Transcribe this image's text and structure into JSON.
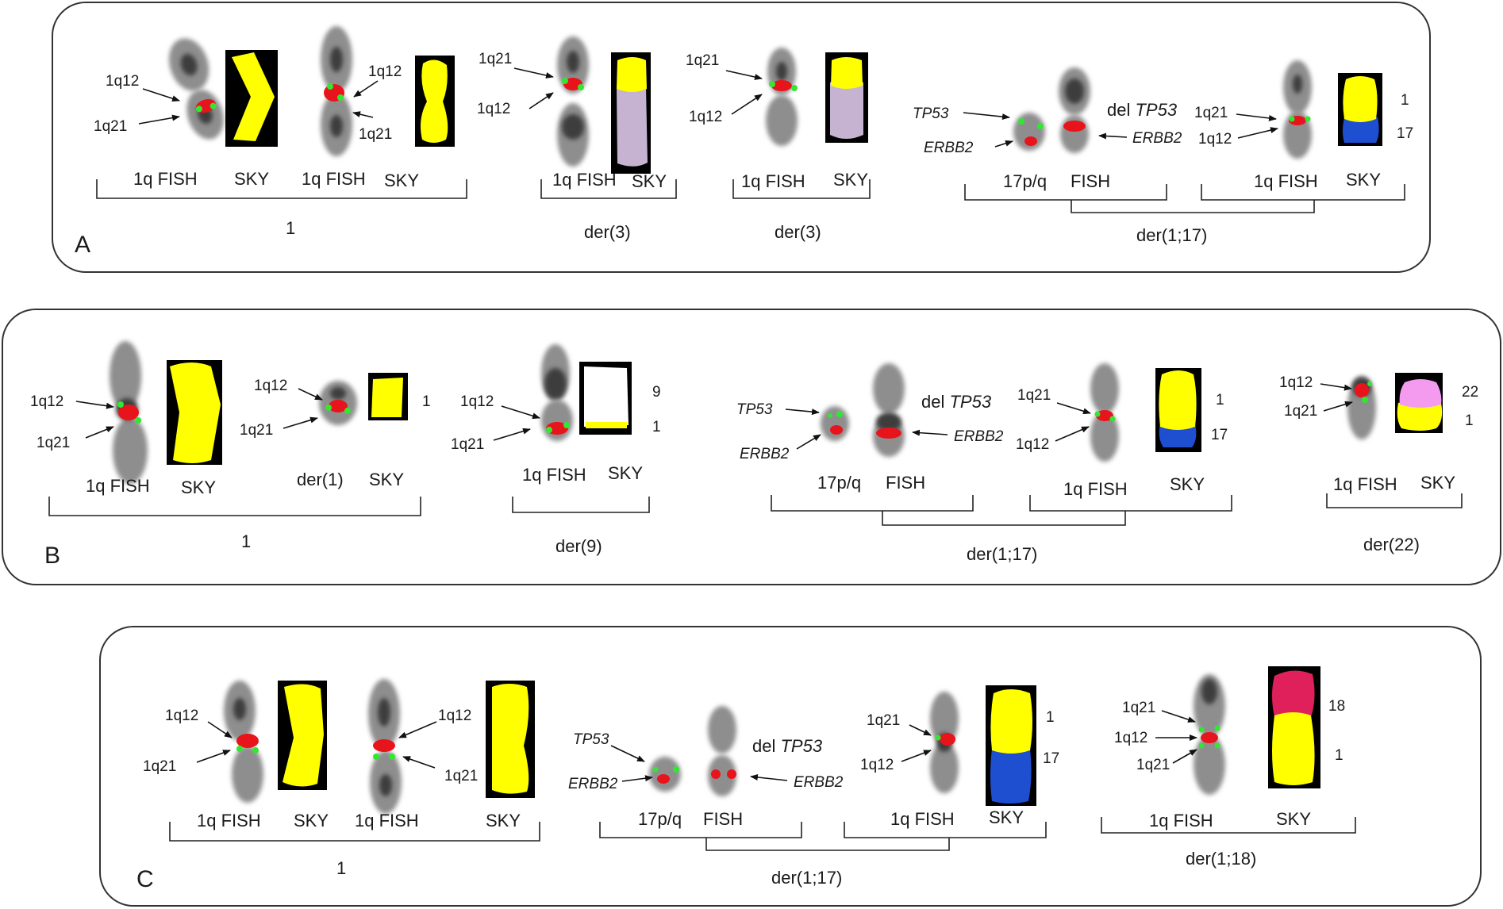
{
  "colors": {
    "sky_chr1": "#ffff00",
    "sky_chr17": "#1f4fd1",
    "sky_chr3": "#c5b3d1",
    "sky_chr9": "#ffffff",
    "sky_chr22": "#f49bf0",
    "sky_chr18": "#e0205a",
    "fish_red": "#e8141c",
    "fish_green": "#32e632",
    "sky_background": "#000000"
  },
  "panels": {
    "A": {
      "label": "A",
      "groups": [
        {
          "name": "1",
          "subs": [
            "1q FISH",
            "SKY",
            "1q FISH",
            "SKY"
          ]
        },
        {
          "name": "der(3)",
          "subs": [
            "1q FISH",
            "SKY"
          ]
        },
        {
          "name": "der(3)",
          "subs": [
            "1q FISH",
            "SKY"
          ]
        },
        {
          "name": "der(1;17)",
          "subs": [
            "17p/q",
            "FISH",
            "1q FISH",
            "SKY"
          ]
        }
      ],
      "probe_labels": {
        "g1c1_top": "1q12",
        "g1c1_bot": "1q21",
        "g1c2_top": "1q12",
        "g1c2_bot": "1q21",
        "g2_top": "1q21",
        "g2_bot": "1q12",
        "g3_top": "1q21",
        "g3_bot": "1q12",
        "g4_tp53": "TP53",
        "g4_erbb2": "ERBB2",
        "g4_del": "del ",
        "g4_del_gene": "TP53",
        "g4_erbb2_right": "ERBB2",
        "g4b_top": "1q21",
        "g4b_bot": "1q12"
      },
      "sky_numbers": [
        "1",
        "17"
      ]
    },
    "B": {
      "label": "B",
      "groups": [
        {
          "name": "1",
          "subs": [
            "1q FISH",
            "SKY",
            "der(1)",
            "SKY"
          ]
        },
        {
          "name": "der(9)",
          "subs": [
            "1q FISH",
            "SKY"
          ]
        },
        {
          "name": "der(1;17)",
          "subs": [
            "17p/q",
            "FISH",
            "1q FISH",
            "SKY"
          ]
        },
        {
          "name": "der(22)",
          "subs": [
            "1q FISH",
            "SKY"
          ]
        }
      ],
      "probe_labels": {
        "g1c1_top": "1q12",
        "g1c1_bot": "1q21",
        "g1c2_top": "1q12",
        "g1c2_bot": "1q21",
        "g2_top": "1q12",
        "g2_bot": "1q21",
        "g3_tp53": "TP53",
        "g3_erbb2": "ERBB2",
        "g3_del": "del ",
        "g3_del_gene": "TP53",
        "g3_erbb2_right": "ERBB2",
        "g3b_top": "1q21",
        "g3b_bot": "1q12",
        "g4_top": "1q12",
        "g4_bot": "1q21"
      },
      "sky_numbers": [
        "1",
        "9",
        "1",
        "1",
        "17",
        "22",
        "1"
      ]
    },
    "C": {
      "label": "C",
      "groups": [
        {
          "name": "1",
          "subs": [
            "1q FISH",
            "SKY",
            "1q FISH",
            "SKY"
          ]
        },
        {
          "name": "der(1;17)",
          "subs": [
            "17p/q",
            "FISH",
            "1q FISH",
            "SKY"
          ]
        },
        {
          "name": "der(1;18)",
          "subs": [
            "1q FISH",
            "SKY"
          ]
        }
      ],
      "probe_labels": {
        "g1c1_top": "1q12",
        "g1c1_bot": "1q21",
        "g1c2_top": "1q12",
        "g1c2_bot": "1q21",
        "g2_tp53": "TP53",
        "g2_erbb2": "ERBB2",
        "g2_del": "del ",
        "g2_del_gene": "TP53",
        "g2_erbb2_right": "ERBB2",
        "g2b_top": "1q21",
        "g2b_bot": "1q12",
        "g3_top": "1q21",
        "g3_mid": "1q12",
        "g3_bot": "1q21"
      },
      "sky_numbers": [
        "1",
        "17",
        "18",
        "1"
      ]
    }
  }
}
